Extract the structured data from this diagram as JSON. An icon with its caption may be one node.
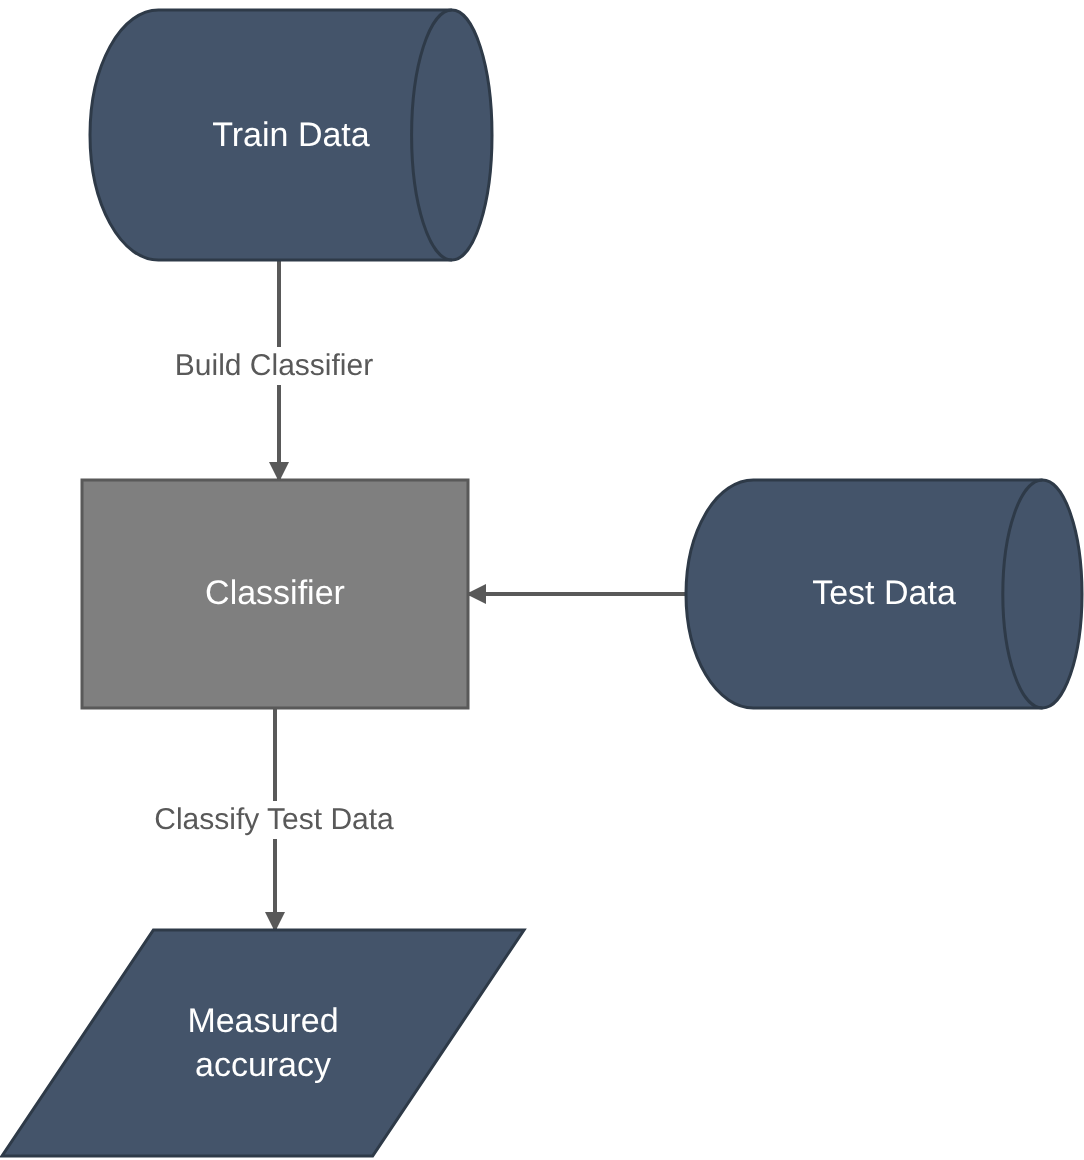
{
  "diagram": {
    "nodes": [
      {
        "text": [
          "Train Data"
        ]
      },
      {
        "text": [
          "Classifier"
        ]
      },
      {
        "text": [
          "Test Data"
        ]
      },
      {
        "text": [
          "Measured accuracy"
        ]
      }
    ],
    "edges": [
      {
        "from": 0,
        "to": 1,
        "arrow": "to",
        "label": "Build Classifier"
      },
      {
        "from": 2,
        "to": 1,
        "arrow": "to"
      },
      {
        "from": 1,
        "to": 3,
        "arrow": "to",
        "label": "Classify Test Data"
      }
    ]
  }
}
